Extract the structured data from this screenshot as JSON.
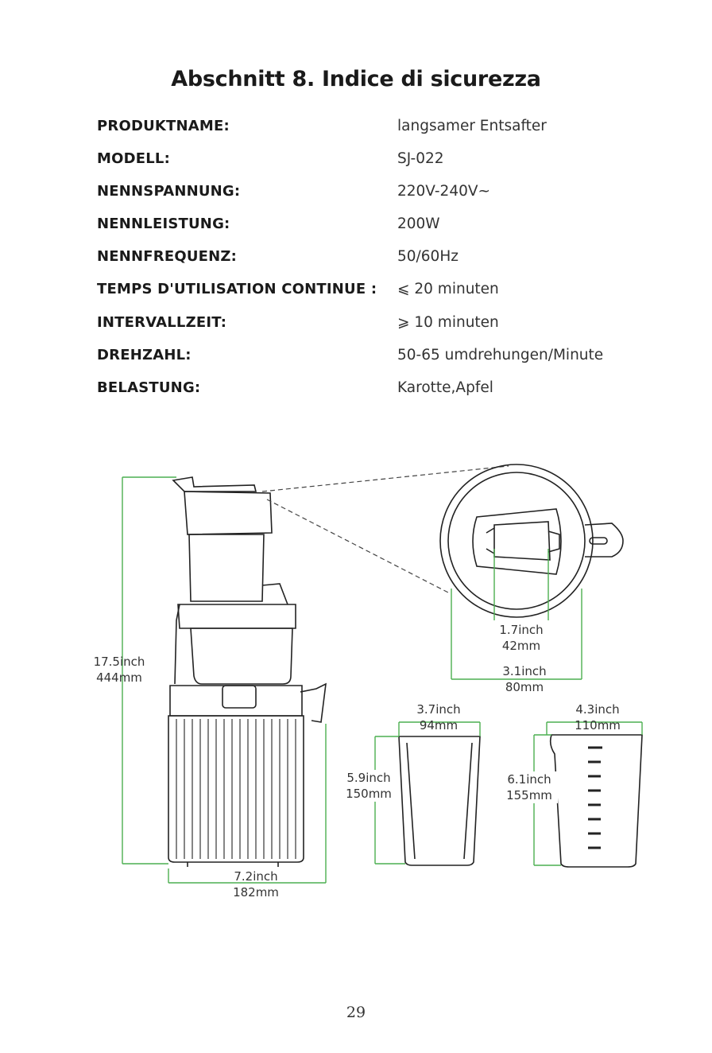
{
  "title": "Abschnitt 8. Indice di sicurezza",
  "specs": [
    {
      "label": "PRODUKTNAME:",
      "value": "langsamer Entsafter"
    },
    {
      "label": "MODELL:",
      "value": "SJ-022"
    },
    {
      "label": "NENNSPANNUNG:",
      "value": "220V-240V~"
    },
    {
      "label": "NENNLEISTUNG:",
      "value": "200W"
    },
    {
      "label": "NENNFREQUENZ:",
      "value": "50/60Hz"
    },
    {
      "label": "TEMPS D'UTILISATION CONTINUE :",
      "value": "⩽ 20 minuten"
    },
    {
      "label": "INTERVALLZEIT:",
      "value": "⩾  10 minuten"
    },
    {
      "label": "DREHZAHL:",
      "value": "50-65  umdrehungen/Minute"
    },
    {
      "label": "BELASTUNG:",
      "value": "Karotte,Apfel"
    }
  ],
  "dimensions": {
    "height_inch": "17.5inch",
    "height_mm": "444mm",
    "width_inch": "7.2inch",
    "width_mm": "182mm",
    "chute_inner_inch": "1.7inch",
    "chute_inner_mm": "42mm",
    "chute_outer_inch": "3.1inch",
    "chute_outer_mm": "80mm",
    "cup1_width_inch": "3.7inch",
    "cup1_width_mm": "94mm",
    "cup1_height_inch": "5.9inch",
    "cup1_height_mm": "150mm",
    "cup2_width_inch": "4.3inch",
    "cup2_width_mm": "110mm",
    "cup2_height_inch": "6.1inch",
    "cup2_height_mm": "155mm"
  },
  "colors": {
    "dimension_line": "#4caf50",
    "outline": "#222222"
  },
  "page_number": "29"
}
